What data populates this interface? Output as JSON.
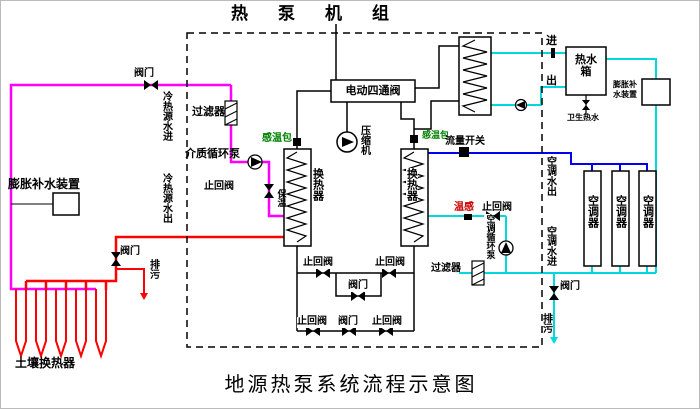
{
  "title_top": "热泵机组",
  "caption_bottom": "地源热泵系统流程示意图",
  "terms": {
    "valve": "阀门",
    "check_valve": "止回阀",
    "filter": "过滤器",
    "drain": "排污",
    "heat_exchanger": "换热器",
    "temp_bulb": "感温包",
    "temp_sensor": "温感",
    "insulation": "保温",
    "compressor": "压缩机",
    "four_way_valve": "电动四通阀",
    "medium_pump": "介质循环泵",
    "source_water_in": "冷热源水进",
    "source_water_out": "冷热源水出",
    "expansion_tank": "膨胀补水装置",
    "ground_hx": "土壤换热器",
    "flow_switch": "流量开关",
    "ac_water_out": "空调水出",
    "ac_water_in": "空调水进",
    "ac_pump": "空调循环泵",
    "ac_unit": "空调器",
    "hot_water_tank": "热水箱",
    "sanitary_hot_water": "卫生热水",
    "in": "进",
    "out": "出"
  },
  "colors": {
    "source_in": "#ff00ff",
    "source_out": "#ff0000",
    "ac_supply": "#0000ee",
    "ac_return": "#00d8dd",
    "refrigerant": "#000000",
    "bulb_label": "#008000",
    "temp_label": "#cc0000"
  }
}
